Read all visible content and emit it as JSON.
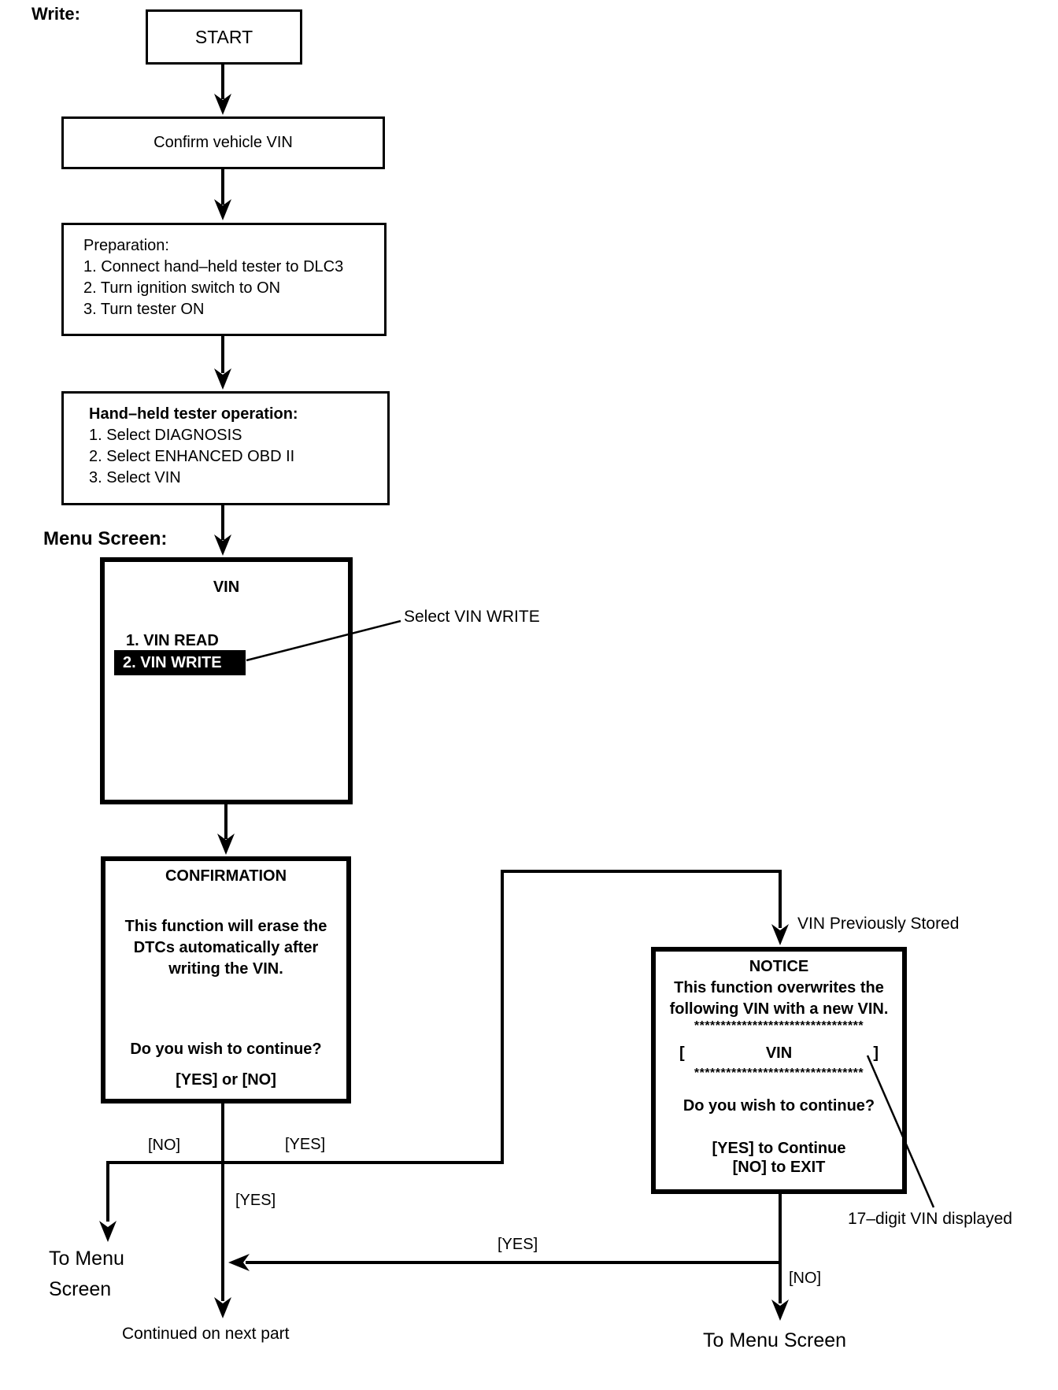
{
  "title_labels": {
    "write": "Write:",
    "menu_screen": "Menu Screen:"
  },
  "boxes": {
    "start": {
      "label": "START"
    },
    "confirm_vin": {
      "label": "Confirm vehicle VIN"
    },
    "preparation": {
      "title": "Preparation:",
      "steps": [
        "1. Connect hand–held tester to DLC3",
        "2. Turn ignition switch to ON",
        "3. Turn tester ON"
      ]
    },
    "tester_operation": {
      "title": "Hand–held tester operation:",
      "steps": [
        "1. Select DIAGNOSIS",
        "2. Select ENHANCED OBD II",
        "3. Select VIN"
      ]
    },
    "vin_menu": {
      "title": "VIN",
      "item_read": "1. VIN READ",
      "item_write": "2. VIN WRITE"
    },
    "confirmation": {
      "title": "CONFIRMATION",
      "body": [
        "This function will erase the",
        "DTCs automatically after",
        "writing the VIN."
      ],
      "question": "Do you wish to continue?",
      "options": "[YES] or [NO]"
    },
    "notice": {
      "title": "NOTICE",
      "body": [
        "This function overwrites the",
        "following VIN with a new VIN."
      ],
      "asterisks": "********************************",
      "vin_open": "[",
      "vin_label": "VIN",
      "vin_close": "]",
      "question": "Do you wish to continue?",
      "yes_line": "[YES] to Continue",
      "no_line": "[NO] to EXIT"
    }
  },
  "annotations": {
    "select_vin_write": "Select VIN WRITE",
    "vin_previously_stored": "VIN Previously Stored",
    "digit_vin_displayed": "17–digit VIN displayed",
    "continued": "Continued on next part",
    "to_menu_line1": "To Menu",
    "to_menu_line2": "Screen",
    "to_menu_screen": "To Menu Screen"
  },
  "branch_labels": {
    "confirmation_no": "[NO]",
    "confirmation_yes_right": "[YES]",
    "confirmation_yes_down": "[YES]",
    "notice_yes": "[YES]",
    "notice_no": "[NO]"
  },
  "colors": {
    "ink": "#000000",
    "paper": "#ffffff",
    "highlight_bg": "#000000",
    "highlight_text": "#ffffff"
  }
}
